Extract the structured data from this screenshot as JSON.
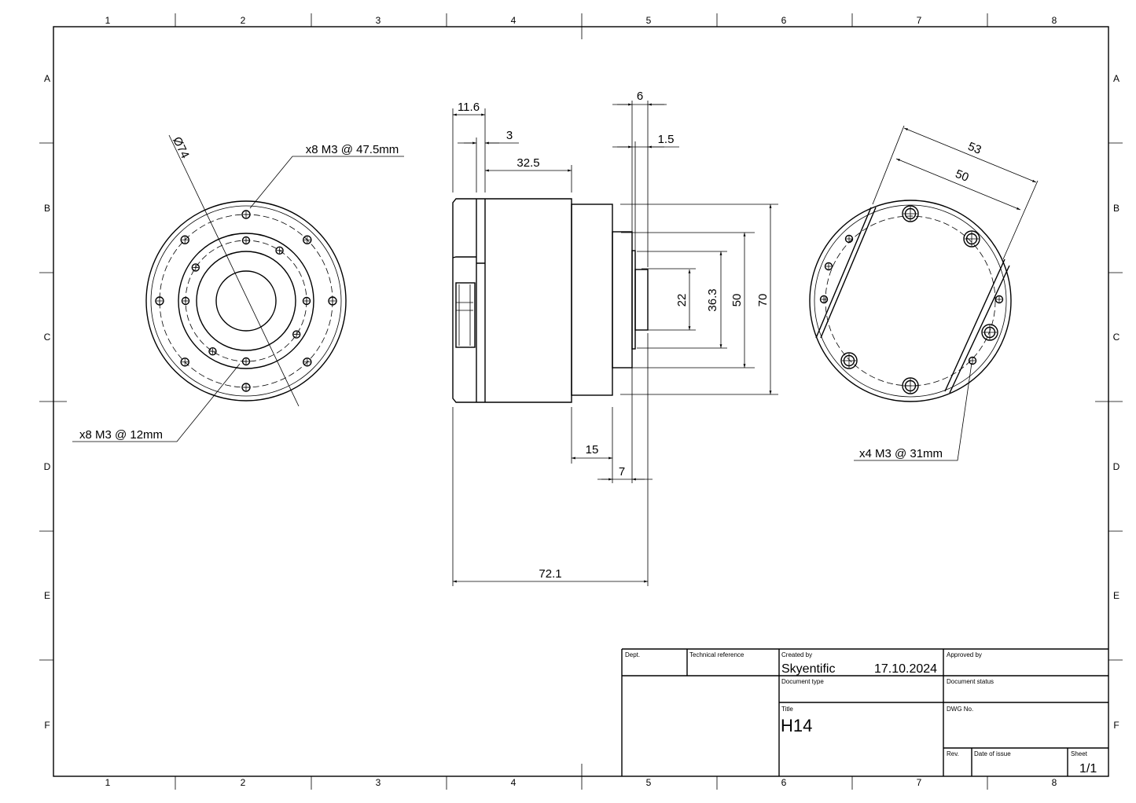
{
  "sheet": {
    "columns": [
      "1",
      "2",
      "3",
      "4",
      "5",
      "6",
      "7",
      "8"
    ],
    "rows": [
      "A",
      "B",
      "C",
      "D",
      "E",
      "F"
    ]
  },
  "front_view": {
    "diameter": "Ø74",
    "outer_holes": "x8 M3 @ 47.5mm",
    "inner_holes": "x8 M3 @ 12mm"
  },
  "side_view": {
    "dims": [
      "11.6",
      "3",
      "32.5",
      "6",
      "1.5",
      "22",
      "36.3",
      "50",
      "70",
      "15",
      "7",
      "72.1"
    ]
  },
  "rear_view": {
    "dim_53": "53",
    "dim_50": "50",
    "holes": "x4 M3 @ 31mm"
  },
  "title_block": {
    "dept_label": "Dept.",
    "tech_ref_label": "Technical reference",
    "created_by_label": "Created by",
    "created_by": "Skyentific",
    "date": "17.10.2024",
    "approved_by_label": "Approved by",
    "doc_type_label": "Document type",
    "doc_status_label": "Document status",
    "title_label": "Title",
    "title": "H14",
    "dwg_label": "DWG No.",
    "rev_label": "Rev.",
    "date_issue_label": "Date of issue",
    "sheet_label": "Sheet",
    "sheet": "1/1"
  }
}
